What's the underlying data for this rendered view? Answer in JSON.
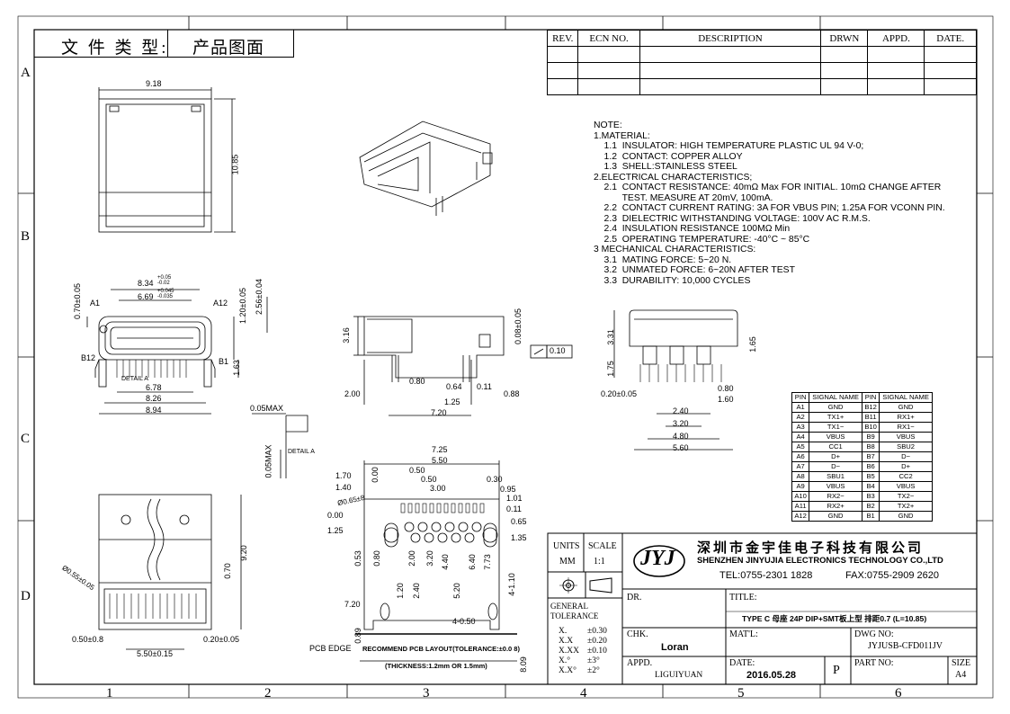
{
  "sheet": {
    "doc_type_label": "文 件 类 型:",
    "doc_type_value": "产品图面",
    "col_markers": [
      "1",
      "2",
      "3",
      "4",
      "5",
      "6"
    ],
    "row_markers": [
      "A",
      "B",
      "C",
      "D"
    ]
  },
  "revision_table": {
    "headers": [
      "REV.",
      "ECN NO.",
      "DESCRIPTION",
      "DRWN",
      "APPD.",
      "DATE."
    ]
  },
  "notes": {
    "lines": [
      "NOTE:",
      "1.MATERIAL:",
      "    1.1  INSULATOR: HIGH TEMPERATURE PLASTIC UL 94 V-0;",
      "    1.2  CONTACT: COPPER ALLOY",
      "    1.3  SHELL:STAINLESS STEEL",
      "2.ELECTRICAL CHARACTERISTICS;",
      "    2.1  CONTACT RESISTANCE: 40mΩ Max FOR INITIAL. 10mΩ CHANGE AFTER",
      "           TEST. MEASURE AT 20mV, 100mA.",
      "    2.2  CONTACT CURRENT RATING: 3A FOR VBUS PIN; 1.25A FOR VCONN PIN.",
      "    2.3  DIELECTRIC WITHSTANDING VOLTAGE: 100V AC R.M.S.",
      "    2.4  INSULATION RESISTANCE 100MΩ Min",
      "    2.5  OPERATING TEMPERATURE: -40°C ~ 85°C",
      "3 MECHANICAL CHARACTERISTICS:",
      "    3.1  MATING FORCE: 5~20 N.",
      "    3.2  UNMATED FORCE: 6~20N AFTER TEST",
      "    3.3  DURABILITY: 10,000 CYCLES"
    ]
  },
  "pin_table": {
    "headers": [
      "PIN",
      "SIGNAL NAME",
      "PIN",
      "SIGNAL NAME"
    ],
    "rows": [
      [
        "A1",
        "GND",
        "B12",
        "GND"
      ],
      [
        "A2",
        "TX1+",
        "B11",
        "RX1+"
      ],
      [
        "A3",
        "TX1−",
        "B10",
        "RX1−"
      ],
      [
        "A4",
        "VBUS",
        "B9",
        "VBUS"
      ],
      [
        "A5",
        "CC1",
        "B8",
        "SBU2"
      ],
      [
        "A6",
        "D+",
        "B7",
        "D−"
      ],
      [
        "A7",
        "D−",
        "B6",
        "D+"
      ],
      [
        "A8",
        "SBU1",
        "B5",
        "CC2"
      ],
      [
        "A9",
        "VBUS",
        "B4",
        "VBUS"
      ],
      [
        "A10",
        "RX2−",
        "B3",
        "TX2−"
      ],
      [
        "A11",
        "RX2+",
        "B2",
        "TX2+"
      ],
      [
        "A12",
        "GND",
        "B1",
        "GND"
      ]
    ]
  },
  "dimensions": {
    "top_view": [
      "9.18",
      "10.85"
    ],
    "front_view": [
      "8.34",
      "+0.05",
      "-0.02",
      "6.69",
      "+0.045",
      "-0.035",
      "0.70±0.05",
      "1.20±0.05",
      "2.56±0.04",
      "A1",
      "A12",
      "B12",
      "B1",
      "1.63",
      "DETAIL A",
      "6.78",
      "8.26",
      "8.94"
    ],
    "detail": [
      "0.05MAX",
      "0.05MAX",
      "DETAIL A"
    ],
    "side_view": [
      "3.16",
      "0.08±0.05",
      "0.10",
      "2.00",
      "0.80",
      "0.64",
      "0.11",
      "0.88",
      "1.25",
      "7.20"
    ],
    "end_view": [
      "3.31",
      "1.65",
      "1.75",
      "0.20±0.05",
      "0.80",
      "1.60",
      "2.40",
      "3.20",
      "4.80",
      "5.60"
    ],
    "bottom_view": [
      "9.20",
      "0.70",
      "Ø0.55±0.05",
      "0.50±0.8",
      "0.20±0.05",
      "5.50±0.15"
    ],
    "pcb_layout": [
      "7.25",
      "5.50",
      "0.50",
      "0.50",
      "3.00",
      "1.70",
      "1.40",
      "0.00",
      "Ø0.65±8",
      "0.00",
      "1.25",
      "0.30",
      "0.95",
      "1.01",
      "0.11",
      "0.65",
      "1.35",
      "0.53",
      "0.80",
      "2.00",
      "3.20",
      "4.40",
      "5.20",
      "6.40",
      "7.73",
      "1.20",
      "2.40",
      "4-1.10",
      "7.20",
      "4-0.50",
      "0.89",
      "8.09"
    ],
    "pcb_edge_label": "PCB EDGE",
    "pcb_layout_label": "RECOMMEND PCB LAYOUT(TOLERANCE:±0.0 8)",
    "thickness_label": "(THICKNESS:1.2mm OR 1.5mm)"
  },
  "title_block": {
    "units_label": "UNITS",
    "units_value": "MM",
    "scale_label": "SCALE",
    "scale_value": "1:1",
    "logo_text": "JYJ",
    "company_cn": "深圳市金宇佳电子科技有限公司",
    "company_en": "SHENZHEN JINYUJIA ELECTRONICS TECHNOLOGY CO.,LTD",
    "tel": "TEL:0755-2301 1828",
    "fax": "FAX:0755-2909 2620",
    "dr_label": "DR.",
    "title_label": "TITLE:",
    "title_value": "TYPE C 母座 24P DIP+SMT板上型 排距0.7 (L=10.85)",
    "general_tol_label": "GENERAL\nTOLERANCE",
    "tolerances": [
      {
        "k": "X.",
        "v": "±0.30"
      },
      {
        "k": "X.X",
        "v": "±0.20"
      },
      {
        "k": "X.XX",
        "v": "±0.10"
      },
      {
        "k": "X.°",
        "v": "±3°"
      },
      {
        "k": "X.X°",
        "v": "±2°"
      }
    ],
    "chk_label": "CHK.",
    "chk_value": "Loran",
    "matl_label": "MAT'L:",
    "dwg_label": "DWG NO:",
    "dwg_value": "JYJUSB-CFD011JV",
    "appd_label": "APPD.",
    "appd_value": "LIGUIYUAN",
    "date_label": "DATE:",
    "date_value": "2016.05.28",
    "proj_letter": "P",
    "part_label": "PART NO:",
    "size_label": "SIZE",
    "size_value": "A4"
  }
}
